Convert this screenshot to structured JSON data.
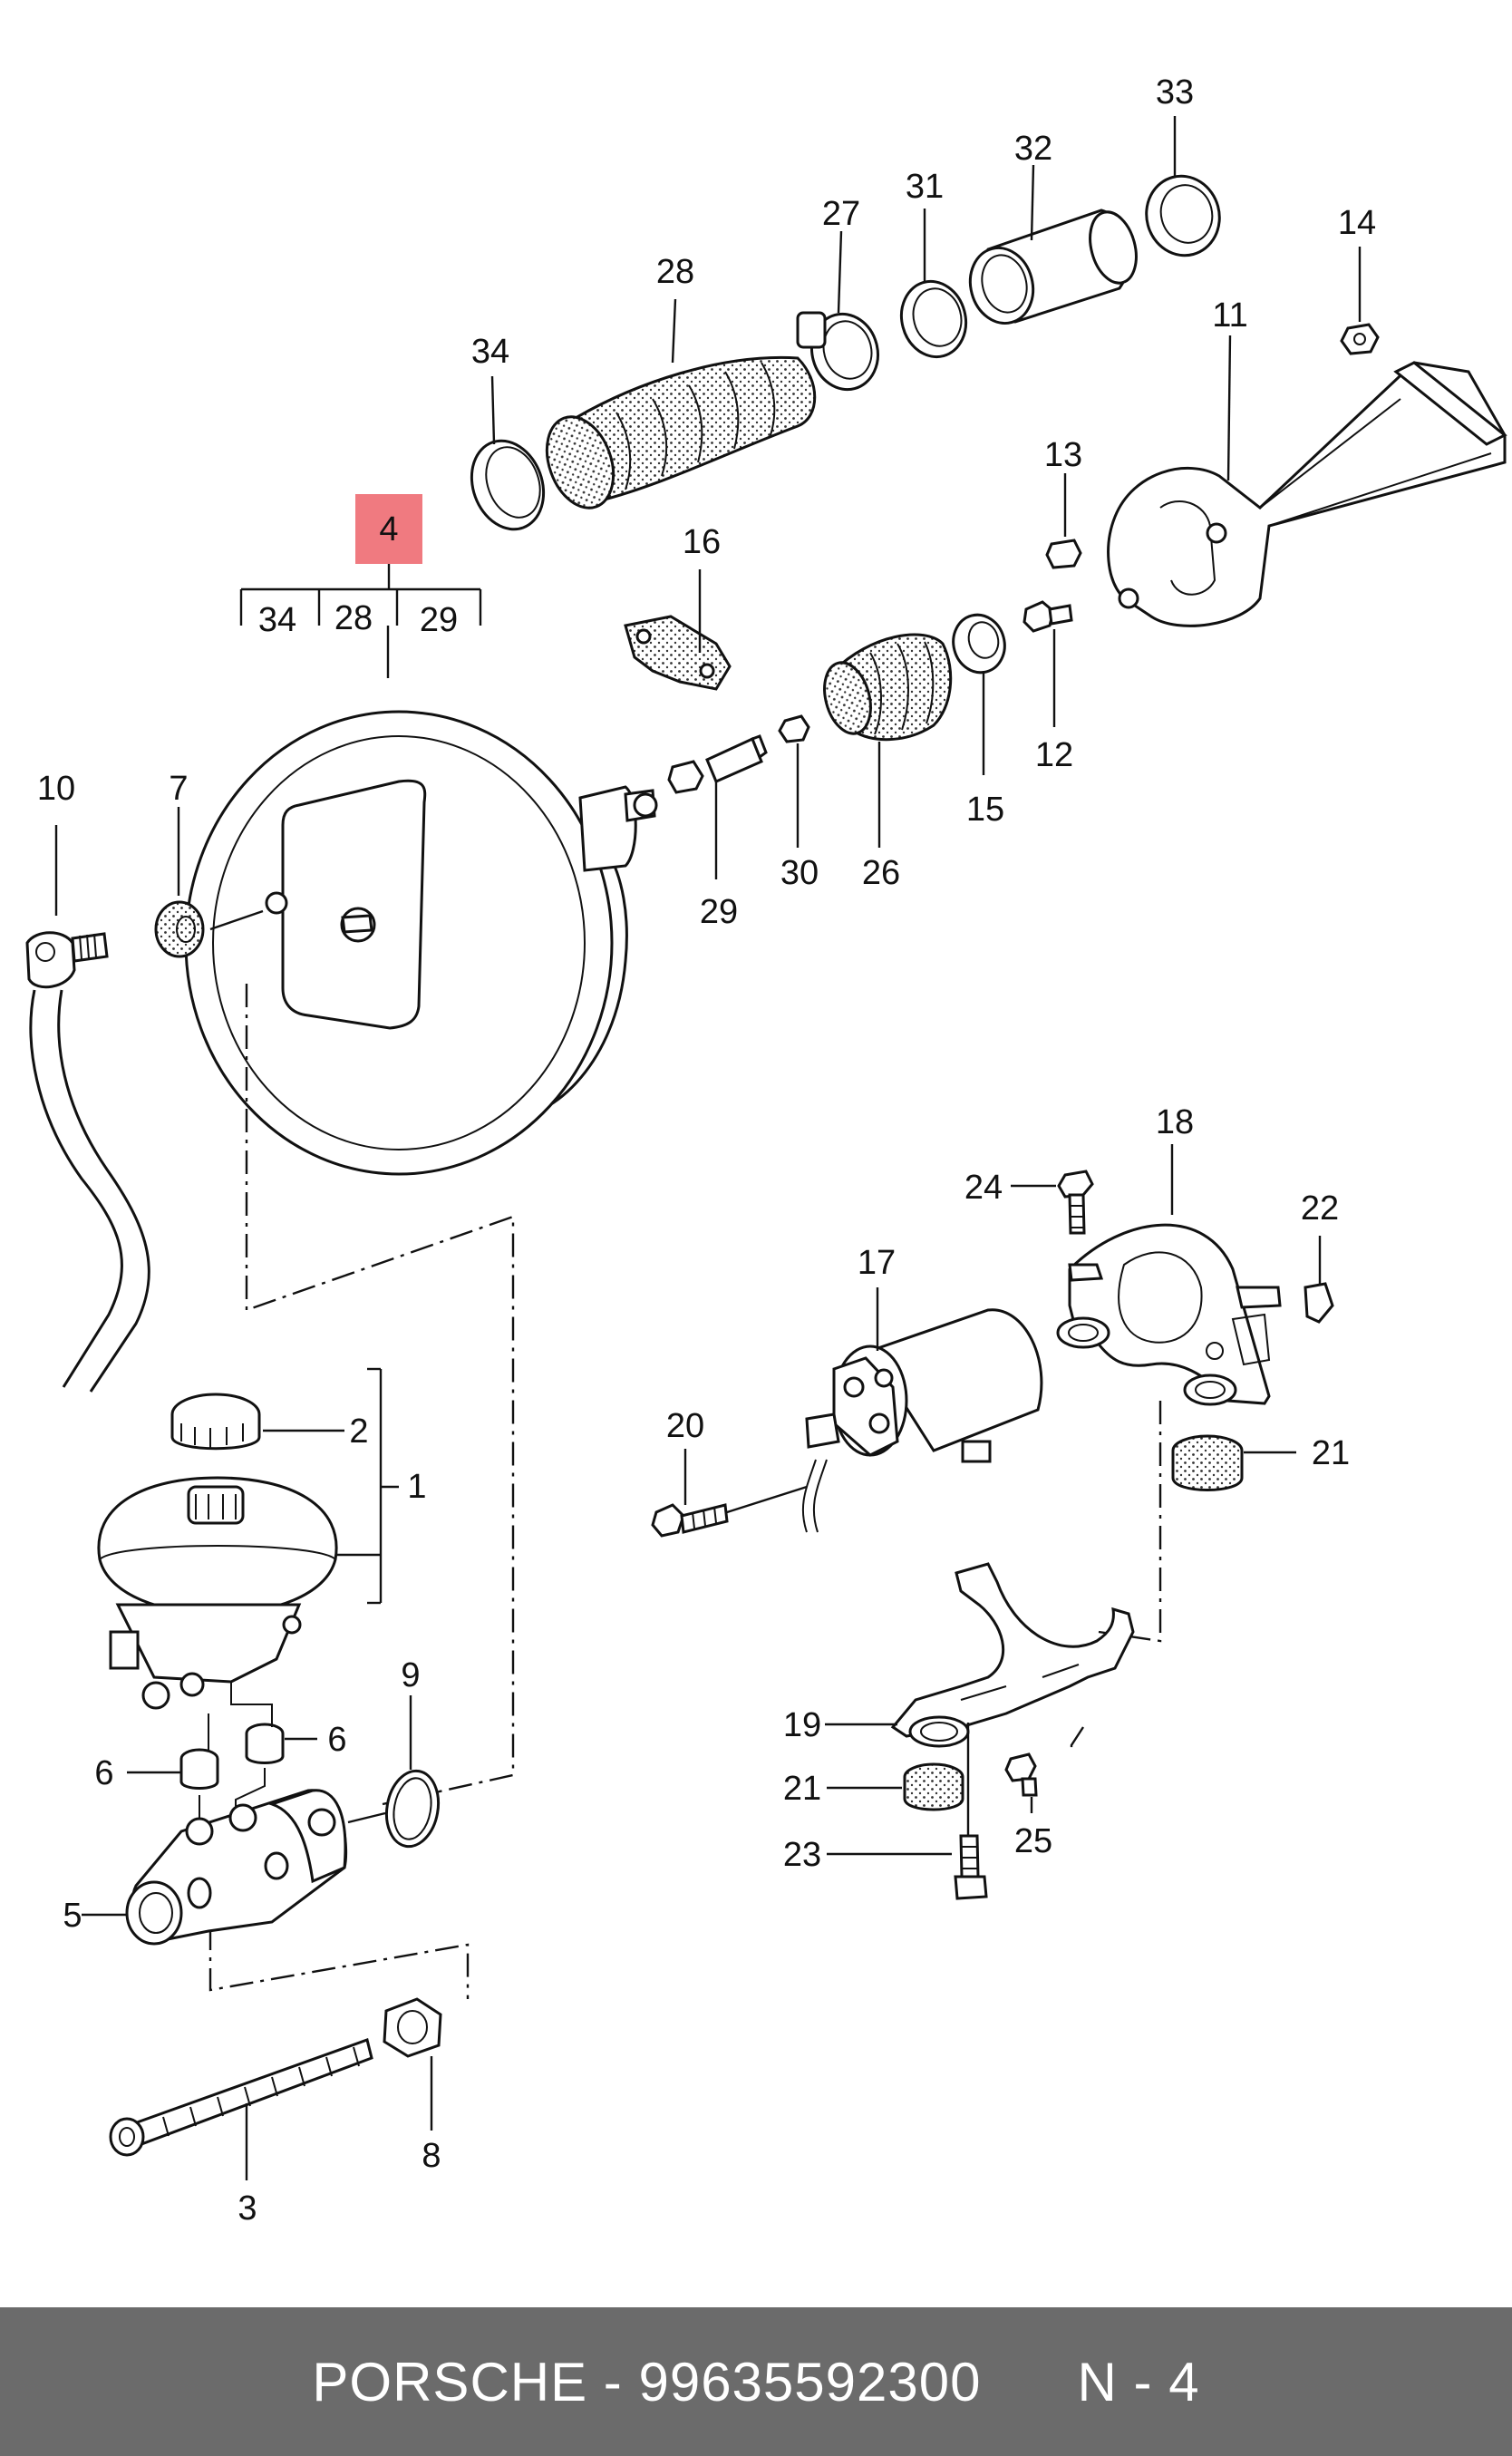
{
  "diagram": {
    "highlight_color": "#f07a80",
    "callouts": {
      "c1": "1",
      "c2": "2",
      "c3": "3",
      "c4": "4",
      "c5": "5",
      "c6a": "6",
      "c6b": "6",
      "c7": "7",
      "c8": "8",
      "c9": "9",
      "c10": "10",
      "c11": "11",
      "c12": "12",
      "c13": "13",
      "c14": "14",
      "c15": "15",
      "c16": "16",
      "c17": "17",
      "c18": "18",
      "c19": "19",
      "c20": "20",
      "c21a": "21",
      "c21b": "21",
      "c22": "22",
      "c23": "23",
      "c24": "24",
      "c25": "25",
      "c26": "26",
      "c27": "27",
      "c28": "28",
      "c29": "29",
      "c30": "30",
      "c31": "31",
      "c32": "32",
      "c33": "33",
      "c34": "34"
    },
    "kit_labels": {
      "k34": "34",
      "k28": "28",
      "k29": "29"
    }
  },
  "footer": {
    "brand": "PORSCHE",
    "separator": " - ",
    "part_number": "99635592300",
    "position_label": "N - 4"
  }
}
